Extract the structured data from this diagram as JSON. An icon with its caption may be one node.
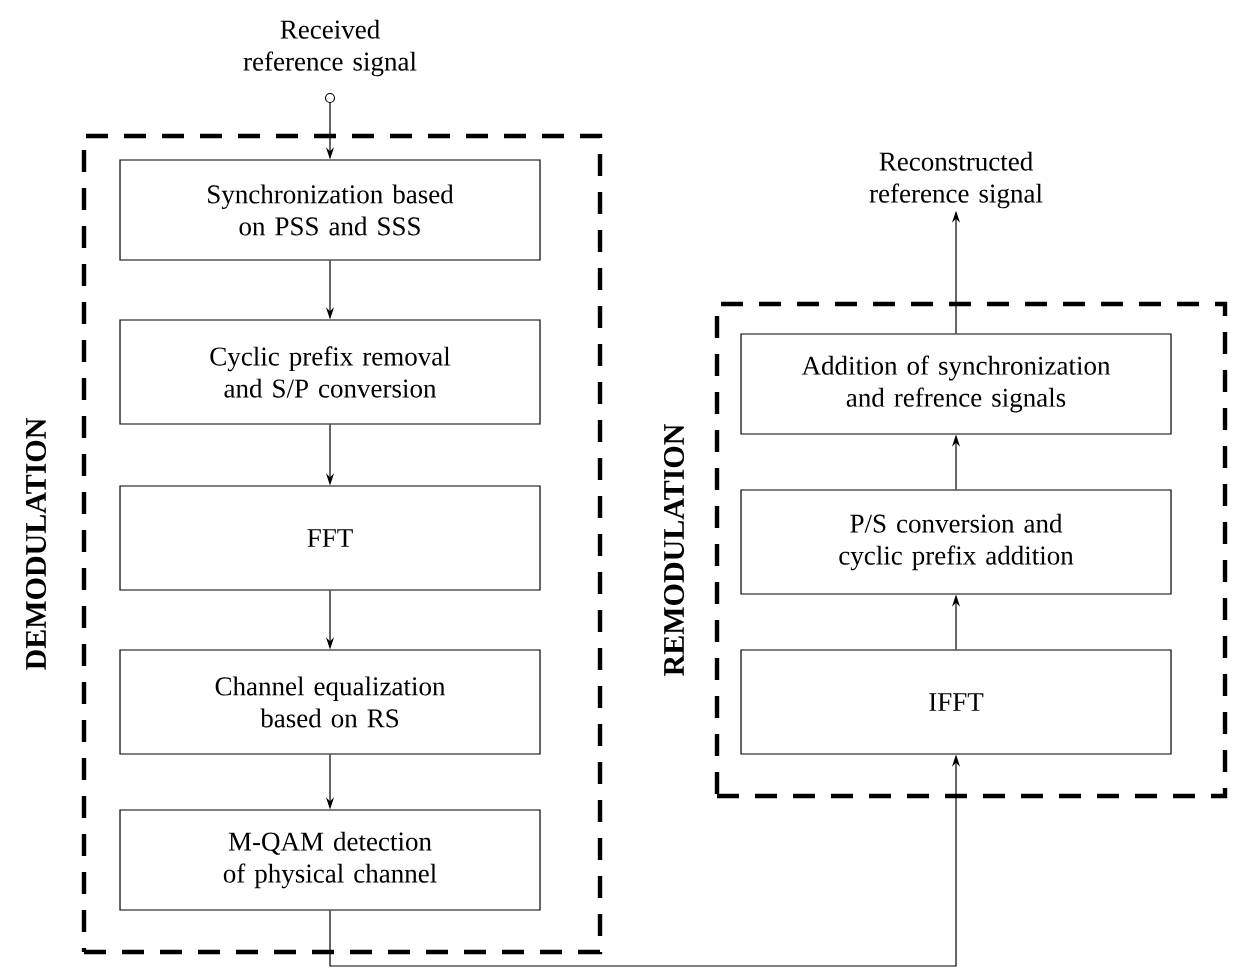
{
  "diagram": {
    "nodes": [
      {
        "text": [
          "Received reference signal"
        ]
      },
      {
        "text": [],
        "shape": "circle"
      },
      {
        "text": [
          "DEMODULATION"
        ]
      },
      {
        "text": [
          "Synchronization based on PSS and SSS"
        ],
        "in": 2
      },
      {
        "text": [
          "Cyclic prefix removal and S/P conversion"
        ],
        "in": 2
      },
      {
        "text": [
          "FFT"
        ],
        "in": 2
      },
      {
        "text": [
          "Channel equalization based on RS"
        ],
        "in": 2
      },
      {
        "text": [
          "M-QAM detection of physical channel"
        ],
        "in": 2
      },
      {
        "text": [
          "REMODULATION"
        ]
      },
      {
        "text": [
          "Addition of synchronization and refrence signals"
        ],
        "in": 8
      },
      {
        "text": [
          "P/S conversion and cyclic prefix addition"
        ],
        "in": 8
      },
      {
        "text": [
          "IFFT"
        ],
        "in": 8
      },
      {
        "text": [
          "Reconstructed reference signal"
        ]
      }
    ],
    "edges": [
      {
        "from": 1,
        "to": 3,
        "arrow": "to"
      },
      {
        "from": 3,
        "to": 4,
        "arrow": "to"
      },
      {
        "from": 4,
        "to": 5,
        "arrow": "to"
      },
      {
        "from": 5,
        "to": 6,
        "arrow": "to"
      },
      {
        "from": 6,
        "to": 7,
        "arrow": "to"
      },
      {
        "from": 7,
        "to": 11,
        "arrow": "to"
      },
      {
        "from": 11,
        "to": 10,
        "arrow": "to"
      },
      {
        "from": 10,
        "to": 9,
        "arrow": "to"
      },
      {
        "from": 9,
        "to": 12,
        "arrow": "to"
      }
    ]
  }
}
